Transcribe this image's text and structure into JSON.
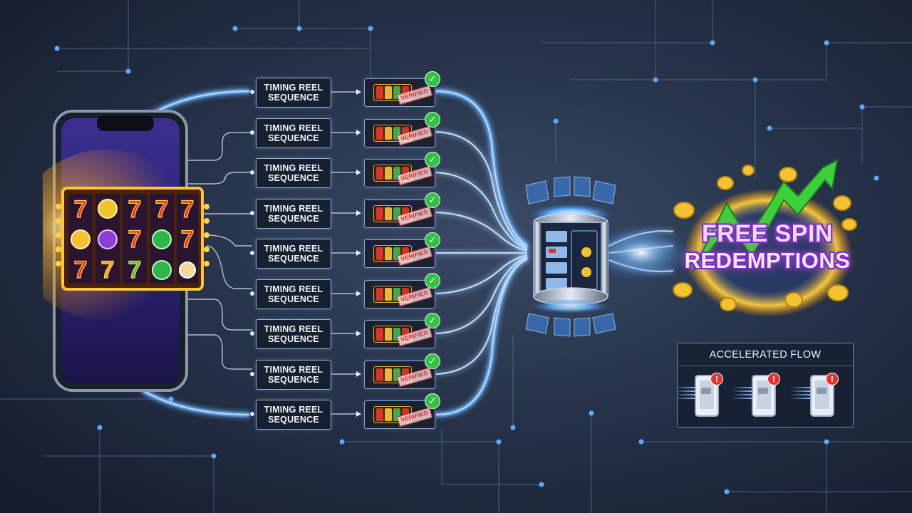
{
  "rows": [
    {
      "label_line1": "TIMING REEL",
      "label_line2": "SEQUENCE",
      "stamp": "VERIFIED"
    },
    {
      "label_line1": "TIMING REEL",
      "label_line2": "SEQUENCE",
      "stamp": "VERIFIED"
    },
    {
      "label_line1": "TIMING REEL",
      "label_line2": "SEQUENCE",
      "stamp": "VERIFIED"
    },
    {
      "label_line1": "TIMING REEL",
      "label_line2": "SEQUENCE",
      "stamp": "VERIFIED"
    },
    {
      "label_line1": "TIMING REEL",
      "label_line2": "SEQUENCE",
      "stamp": "VERIFIED"
    },
    {
      "label_line1": "TIMING REEL",
      "label_line2": "SEQUENCE",
      "stamp": "VERIFIED"
    },
    {
      "label_line1": "TIMING REEL",
      "label_line2": "SEQUENCE",
      "stamp": "VERIFIED"
    },
    {
      "label_line1": "TIMING REEL",
      "label_line2": "SEQUENCE",
      "stamp": "VERIFIED"
    },
    {
      "label_line1": "TIMING REEL",
      "label_line2": "SEQUENCE",
      "stamp": "VERIFIED"
    }
  ],
  "promo": {
    "line1": "FREE SPIN",
    "line2": "REDEMPTIONS"
  },
  "flow_panel": {
    "title": "ACCELERATED FLOW",
    "phone_count": 3,
    "alert_symbol": "!"
  },
  "slot_symbols": {
    "seven": "7"
  },
  "icons": {
    "check": "checkmark-icon",
    "phone": "smartphone-icon",
    "server": "server-icon",
    "coin": "coin-icon",
    "arrow": "trend-arrow-icon"
  },
  "colors": {
    "stream": "#4a9dff",
    "stream_glow": "#b8dcff",
    "check": "#35c04a",
    "stamp": "#e0262d",
    "promo_outline": "#7d2bbf",
    "arrow": "#3ecf3a",
    "coin": "#f2c230"
  }
}
